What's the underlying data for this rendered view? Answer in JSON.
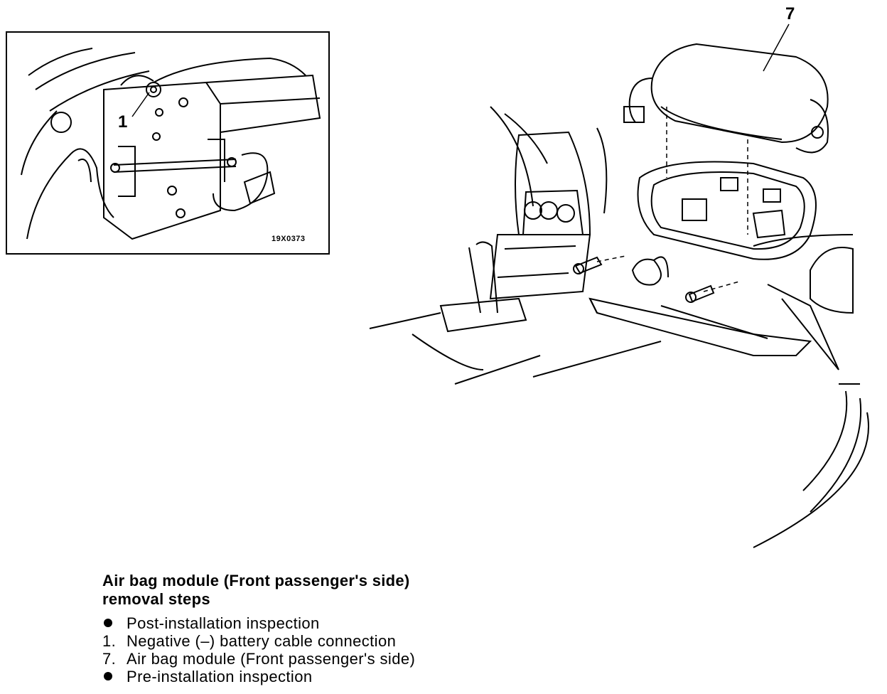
{
  "inset": {
    "callout": "1",
    "figure_code": "19X0373"
  },
  "main_figure": {
    "callout": "7"
  },
  "procedure": {
    "title_line1": "Air bag module (Front passenger's side)",
    "title_line2": "removal steps",
    "steps": [
      {
        "marker": "bullet",
        "number": "",
        "text": "Post-installation inspection"
      },
      {
        "marker": "number",
        "number": "1.",
        "text": "Negative (–) battery cable connection"
      },
      {
        "marker": "number",
        "number": "7.",
        "text": "Air bag module (Front passenger's side)"
      },
      {
        "marker": "bullet",
        "number": "",
        "text": "Pre-installation inspection"
      }
    ]
  }
}
